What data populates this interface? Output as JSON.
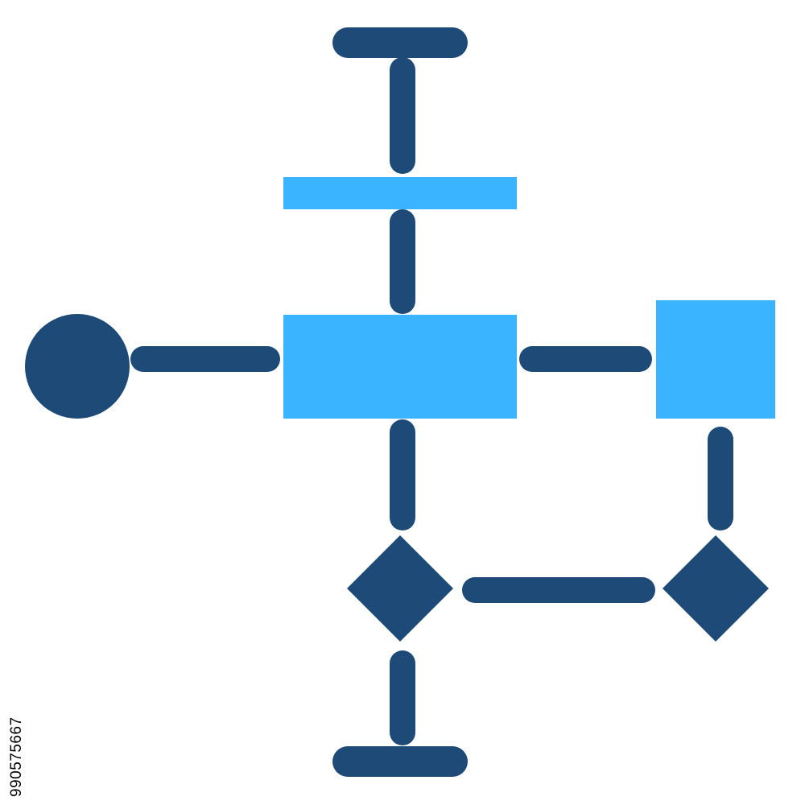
{
  "colors": {
    "dark": "#1e4a78",
    "light": "#3ab4ff",
    "background": "#ffffff"
  },
  "diagram": {
    "nodes": [
      {
        "id": "start-terminator",
        "shape": "terminator-bar",
        "color": "dark"
      },
      {
        "id": "process-bar",
        "shape": "rectangle",
        "color": "light"
      },
      {
        "id": "main-process",
        "shape": "rectangle",
        "color": "light"
      },
      {
        "id": "input-circle",
        "shape": "circle",
        "color": "dark"
      },
      {
        "id": "side-process",
        "shape": "square",
        "color": "light"
      },
      {
        "id": "decision-left",
        "shape": "diamond",
        "color": "dark"
      },
      {
        "id": "decision-right",
        "shape": "diamond",
        "color": "dark"
      },
      {
        "id": "end-terminator",
        "shape": "terminator-bar",
        "color": "dark"
      }
    ],
    "edges": [
      {
        "from": "start-terminator",
        "to": "process-bar"
      },
      {
        "from": "process-bar",
        "to": "main-process"
      },
      {
        "from": "input-circle",
        "to": "main-process"
      },
      {
        "from": "main-process",
        "to": "side-process"
      },
      {
        "from": "main-process",
        "to": "decision-left"
      },
      {
        "from": "side-process",
        "to": "decision-right"
      },
      {
        "from": "decision-left",
        "to": "decision-right"
      },
      {
        "from": "decision-left",
        "to": "end-terminator"
      }
    ]
  },
  "stock_id": "990575667"
}
